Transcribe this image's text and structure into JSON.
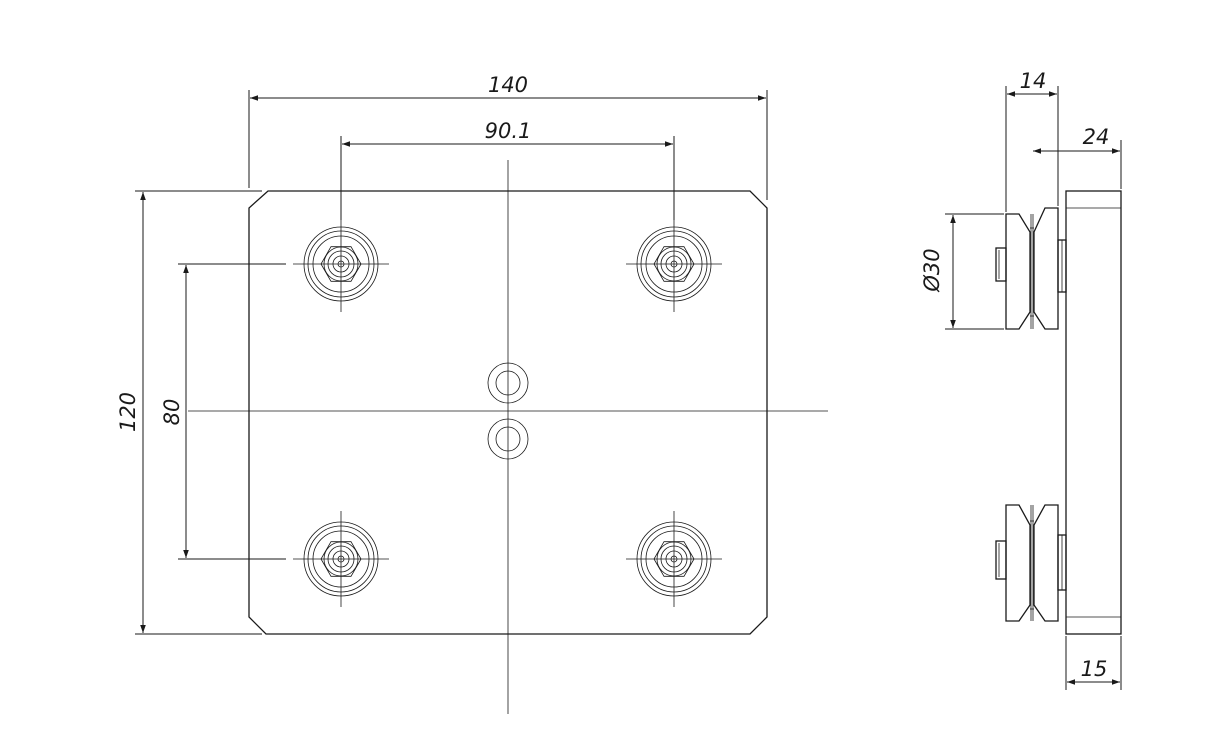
{
  "drawing": {
    "dimensions": {
      "overall_width": "140",
      "wheel_spacing_x": "90.1",
      "overall_height": "120",
      "wheel_spacing_y": "80",
      "side_depth_top": "14",
      "side_depth_total": "24",
      "wheel_diameter": "Ø30",
      "plate_thickness": "15"
    }
  }
}
